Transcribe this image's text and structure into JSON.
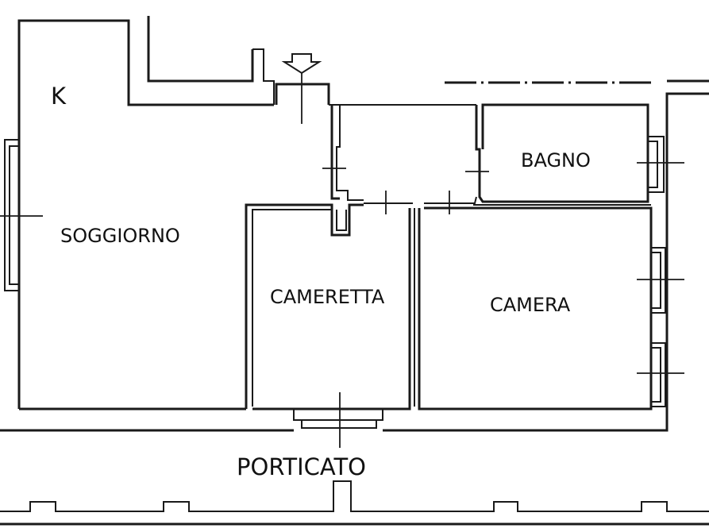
{
  "rooms": {
    "kitchen": "K",
    "living": "SOGGIORNO",
    "small_bedroom": "CAMERETTA",
    "bathroom": "BAGNO",
    "bedroom": "CAMERA",
    "porch": "PORTICATO"
  },
  "icons": {
    "entrance": "entrance-arrow-icon"
  },
  "colors": {
    "line": "#1a1a1a",
    "background": "#ffffff"
  }
}
